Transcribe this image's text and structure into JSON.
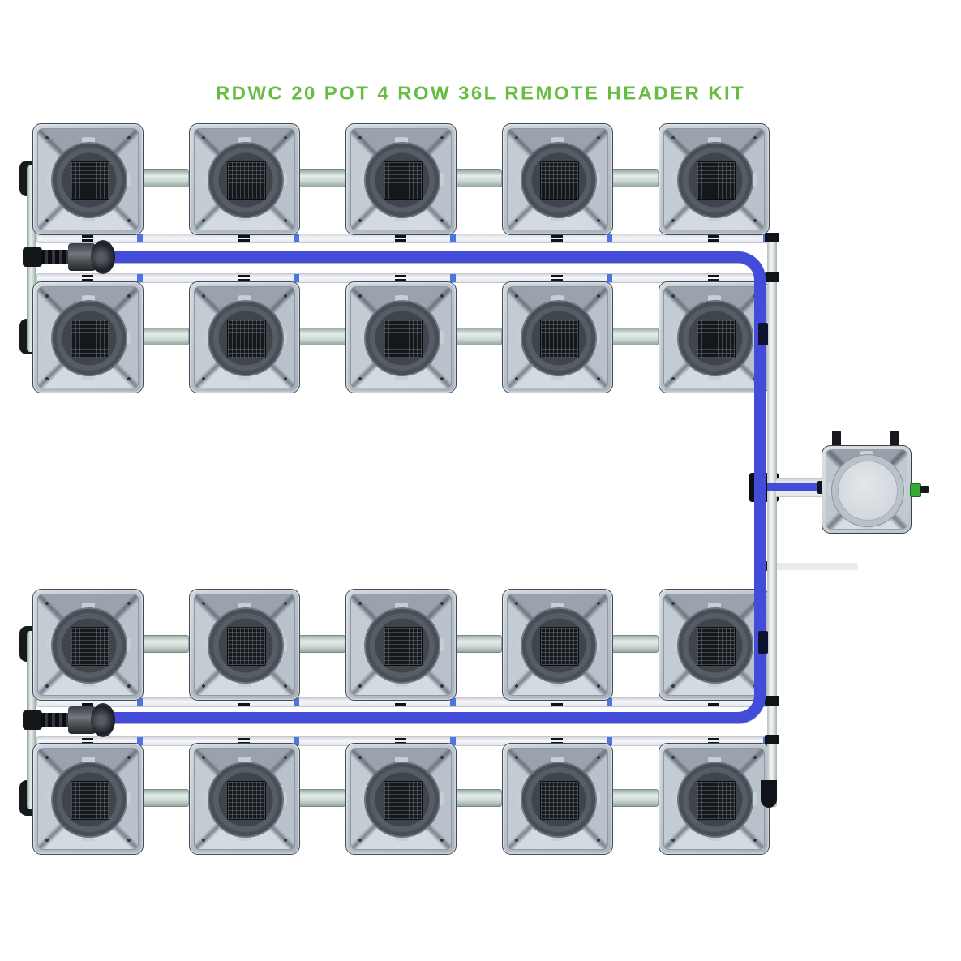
{
  "title": {
    "text": "RDWC 20 POT 4 ROW 36L REMOTE HEADER KIT",
    "color": "#67bd41"
  },
  "diagram": {
    "kind": "hydroponic-system-top-view",
    "pot_rows": 4,
    "pots_per_row": 5,
    "total_pots": 20,
    "header_tanks": 1,
    "pumps": 2,
    "colors": {
      "background": "#ffffff",
      "pot_body": "#bcc5ce",
      "pot_mesh": "#15181b",
      "interpot_pipe": "#ccd9d4",
      "manifold_pipe": "#eef0f4",
      "blue_tubing": "#434bd9",
      "black_fittings": "#141619",
      "tank_body": "#d3d9de",
      "tank_green_fitting": "#35aa39"
    }
  }
}
